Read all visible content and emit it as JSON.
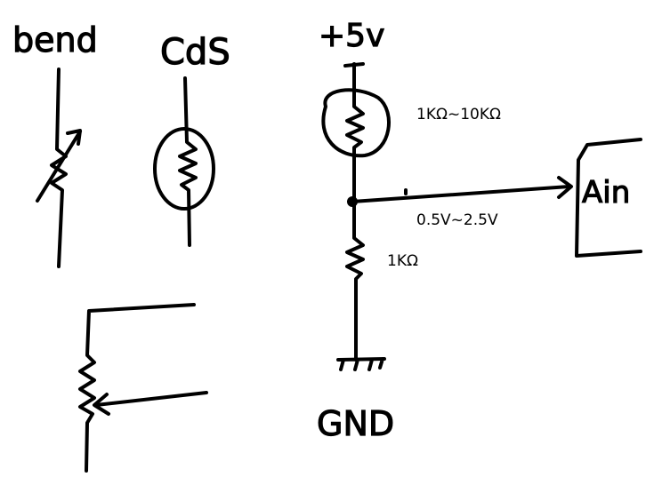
{
  "labels": {
    "bend": "bend",
    "cds": "CdS",
    "supply": "+5v",
    "top_resistor": "1KΩ~10KΩ",
    "output_range": "0.5V~2.5V",
    "bottom_resistor": "1KΩ",
    "ground": "GND",
    "analog_input": "Ain"
  }
}
